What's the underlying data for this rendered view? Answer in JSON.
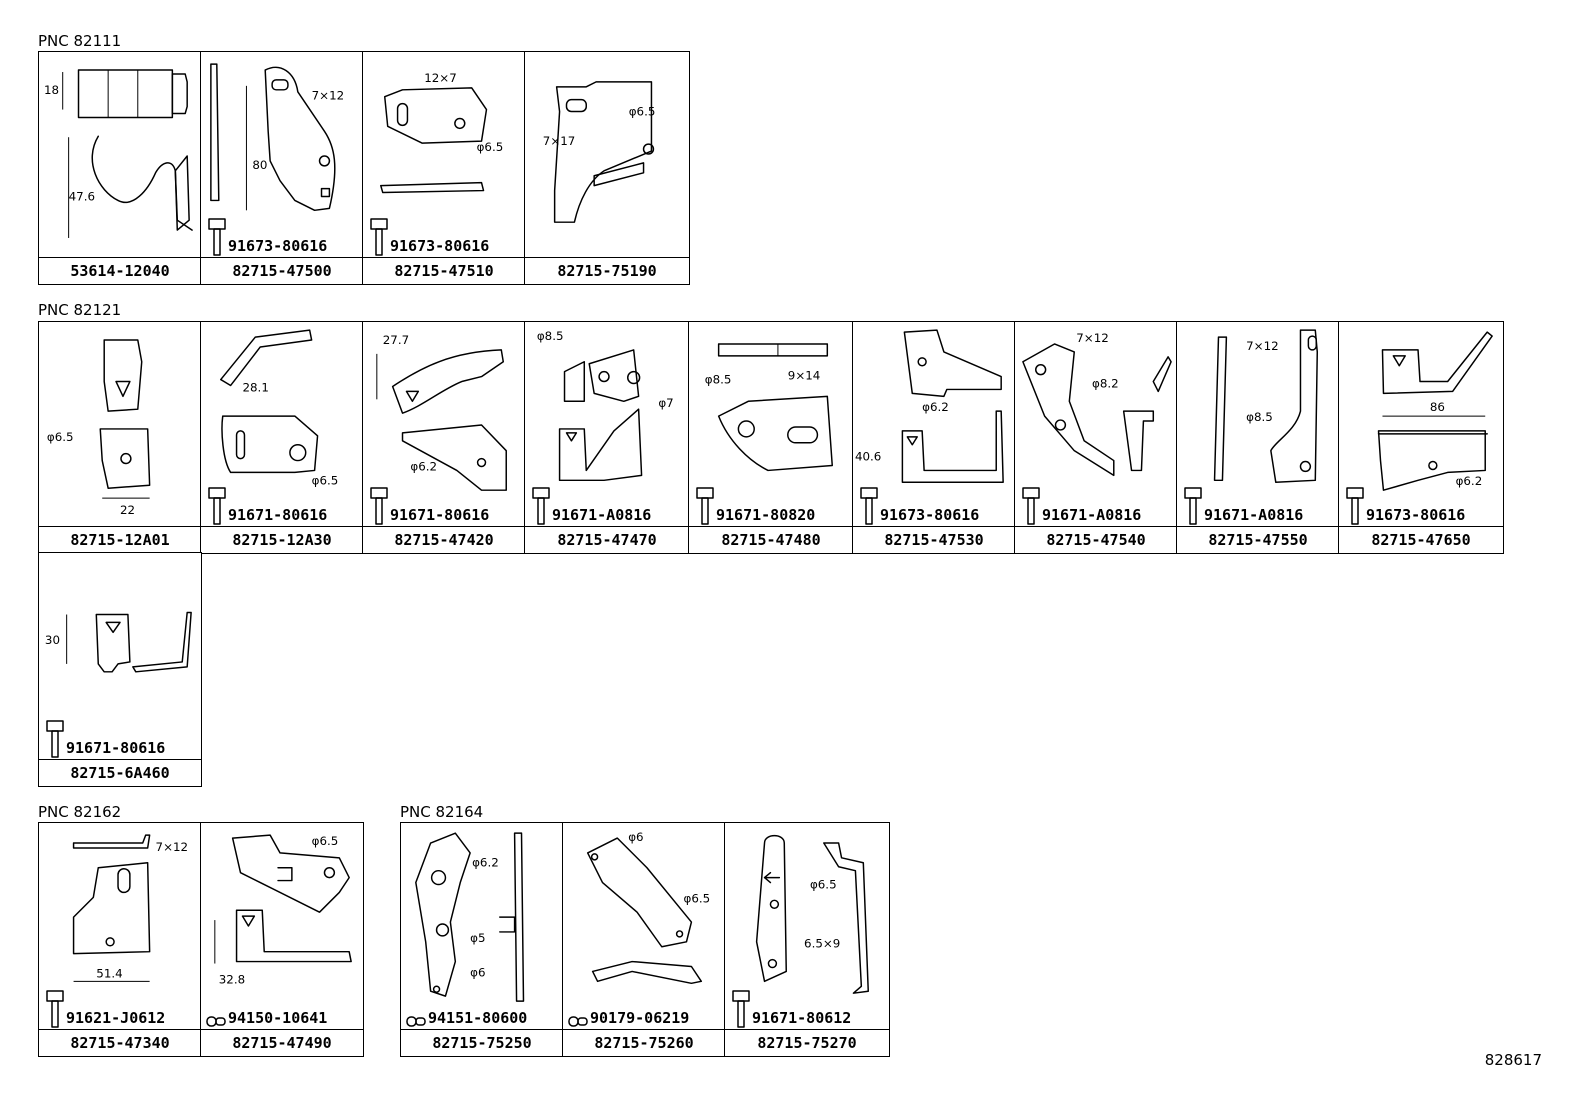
{
  "groups": [
    {
      "pnc": "PNC 82111",
      "cells": [
        {
          "part": "53614-12040",
          "fastener": "",
          "dims": [
            "18",
            "47.6"
          ]
        },
        {
          "part": "82715-47500",
          "fastener": "91673-80616",
          "dims": [
            "7×12",
            "80"
          ]
        },
        {
          "part": "82715-47510",
          "fastener": "91673-80616",
          "dims": [
            "12×7",
            "φ6.5"
          ]
        },
        {
          "part": "82715-75190",
          "fastener": "",
          "dims": [
            "φ6.5",
            "7×17"
          ]
        }
      ]
    },
    {
      "pnc": "PNC 82121",
      "cells": [
        {
          "part": "82715-12A01",
          "fastener": "",
          "dims": [
            "φ6.5",
            "22"
          ]
        },
        {
          "part": "82715-12A30",
          "fastener": "91671-80616",
          "dims": [
            "28.1",
            "φ6.5"
          ]
        },
        {
          "part": "82715-47420",
          "fastener": "91671-80616",
          "dims": [
            "27.7",
            "φ6.2"
          ]
        },
        {
          "part": "82715-47470",
          "fastener": "91671-A0816",
          "dims": [
            "φ8.5",
            "φ7"
          ]
        },
        {
          "part": "82715-47480",
          "fastener": "91671-80820",
          "dims": [
            "φ8.5",
            "9×14"
          ]
        },
        {
          "part": "82715-47530",
          "fastener": "91673-80616",
          "dims": [
            "φ6.2",
            "40.6"
          ]
        },
        {
          "part": "82715-47540",
          "fastener": "91671-A0816",
          "dims": [
            "7×12",
            "φ8.2"
          ]
        },
        {
          "part": "82715-47550",
          "fastener": "91671-A0816",
          "dims": [
            "7×12",
            "φ8.5"
          ]
        },
        {
          "part": "82715-47650",
          "fastener": "91673-80616",
          "dims": [
            "86",
            "φ6.2"
          ]
        },
        {
          "part": "82715-6A460",
          "fastener": "91671-80616",
          "dims": [
            "30"
          ]
        }
      ]
    },
    {
      "pnc": "PNC 82162",
      "cells": [
        {
          "part": "82715-47340",
          "fastener": "91621-J0612",
          "dims": [
            "7×12",
            "51.4"
          ]
        },
        {
          "part": "82715-47490",
          "fastener": "94150-10641",
          "dims": [
            "φ6.5",
            "32.8"
          ]
        }
      ]
    },
    {
      "pnc": "PNC 82164",
      "cells": [
        {
          "part": "82715-75250",
          "fastener": "94151-80600",
          "dims": [
            "φ6.2",
            "φ5",
            "φ6"
          ]
        },
        {
          "part": "82715-75260",
          "fastener": "90179-06219",
          "dims": [
            "φ6",
            "φ6.5"
          ]
        },
        {
          "part": "82715-75270",
          "fastener": "91671-80612",
          "dims": [
            "φ6.5",
            "6.5×9"
          ]
        }
      ]
    }
  ],
  "sheet_number": "828617"
}
